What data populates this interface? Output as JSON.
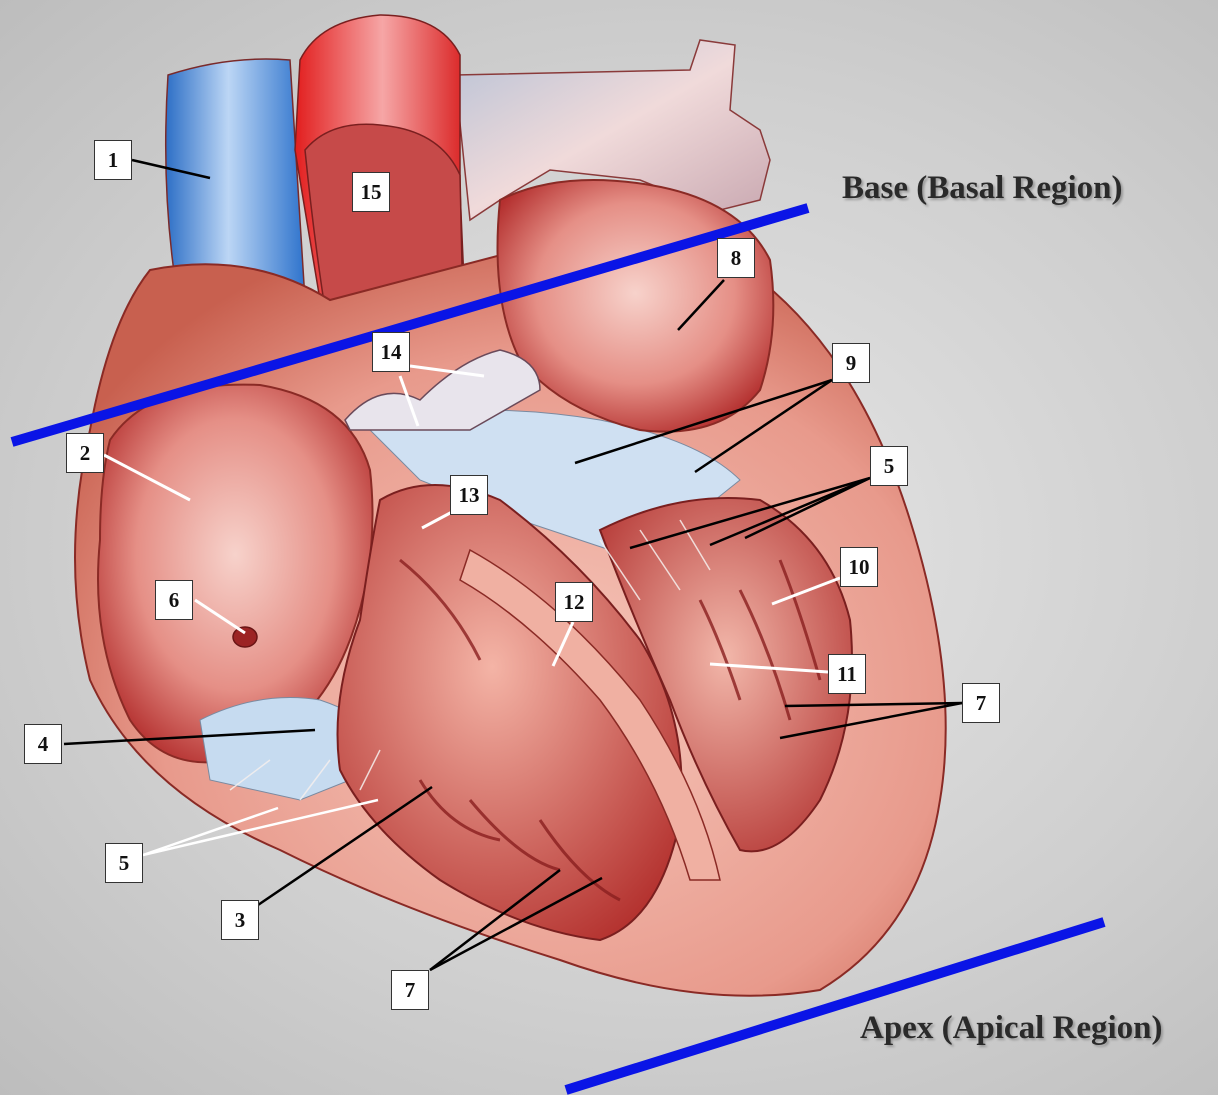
{
  "regions": {
    "base": "Base (Basal Region)",
    "apex": "Apex (Apical Region)"
  },
  "labels": {
    "l1": "1",
    "l2": "2",
    "l3": "3",
    "l4": "4",
    "l5a": "5",
    "l5b": "5",
    "l6": "6",
    "l7a": "7",
    "l7b": "7",
    "l8": "8",
    "l9": "9",
    "l10": "10",
    "l11": "11",
    "l12": "12",
    "l13": "13",
    "l14": "14",
    "l15": "15"
  },
  "colors": {
    "region_line": "#0a14e6",
    "myocardium": "#e89a8c",
    "chamber": "#c33a3a",
    "vena_cava": "#3f86d8",
    "aorta": "#e02a2a",
    "pulmonary": "#b9c3d2"
  }
}
